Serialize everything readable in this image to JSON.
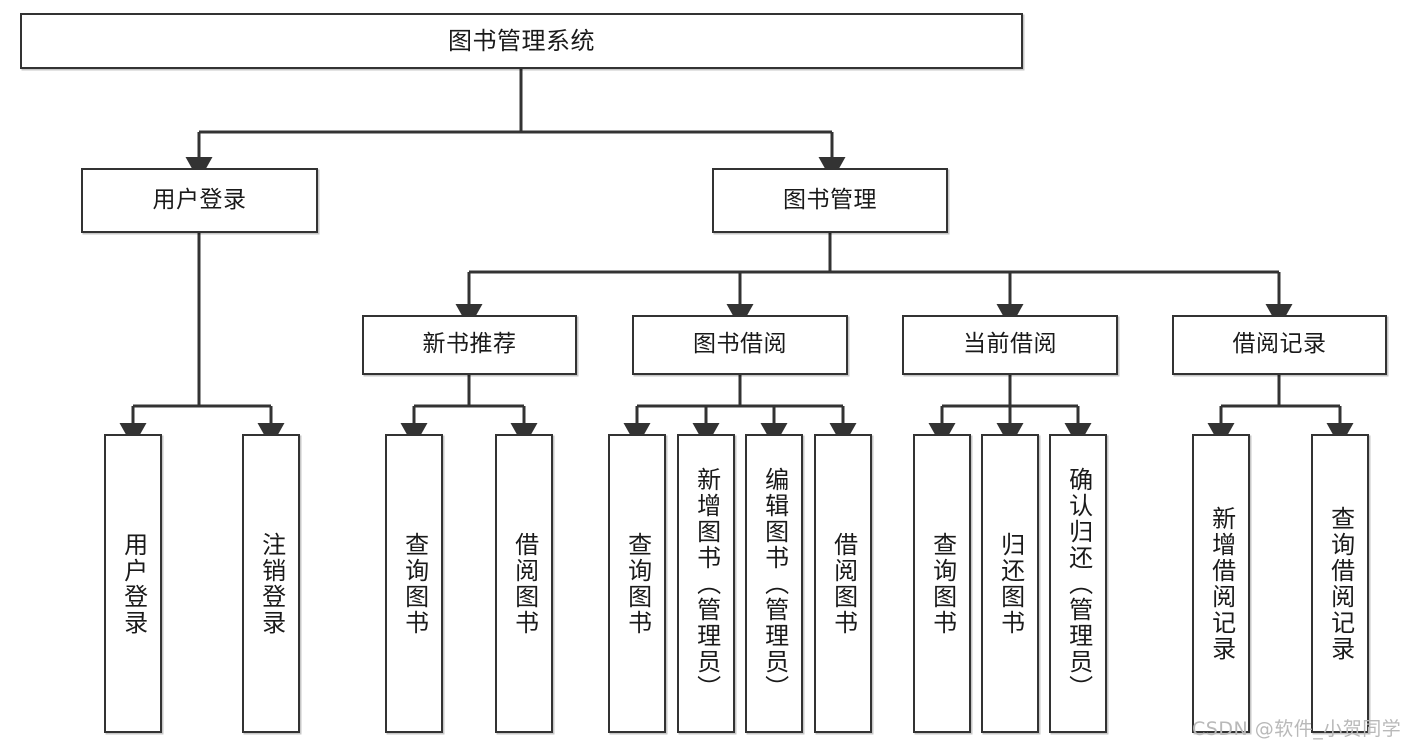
{
  "diagram": {
    "type": "tree",
    "title": "图书管理系统",
    "orientation": "top-down",
    "colors": {
      "box_border": "#333333",
      "box_fill": "#ffffff",
      "edge": "#333333",
      "text": "#1a1a1a",
      "watermark": "#b9b9b9",
      "background": "#ffffff"
    },
    "root": {
      "label": "图书管理系统"
    },
    "level2": [
      {
        "label": "用户登录"
      },
      {
        "label": "图书管理"
      }
    ],
    "level3": [
      {
        "label": "新书推荐"
      },
      {
        "label": "图书借阅"
      },
      {
        "label": "当前借阅"
      },
      {
        "label": "借阅记录"
      }
    ],
    "leaves": [
      {
        "label": "用户登录"
      },
      {
        "label": "注销登录"
      },
      {
        "label": "查询图书"
      },
      {
        "label": "借阅图书"
      },
      {
        "label": "查询图书"
      },
      {
        "label": "新增图书（管理员）"
      },
      {
        "label": "编辑图书（管理员）"
      },
      {
        "label": "借阅图书"
      },
      {
        "label": "查询图书"
      },
      {
        "label": "归还图书"
      },
      {
        "label": "确认归还（管理员）"
      },
      {
        "label": "新增借阅记录"
      },
      {
        "label": "查询借阅记录"
      }
    ]
  },
  "watermark": {
    "text": "CSDN @软件_小贺同学"
  }
}
